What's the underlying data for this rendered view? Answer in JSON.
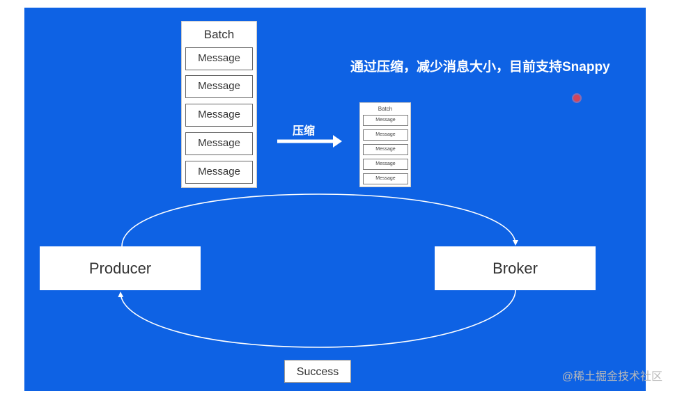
{
  "diagram": {
    "batch_large": {
      "title": "Batch",
      "messages": [
        "Message",
        "Message",
        "Message",
        "Message",
        "Message"
      ]
    },
    "compress_label": "压缩",
    "batch_small": {
      "title": "Batch",
      "messages": [
        "Message",
        "Message",
        "Message",
        "Message",
        "Message"
      ]
    },
    "headline": "通过压缩，减少消息大小，目前支持Snappy",
    "producer_label": "Producer",
    "broker_label": "Broker",
    "success_label": "Success"
  },
  "watermark": "@稀土掘金技术社区",
  "colors": {
    "slide_background": "#0e62e4",
    "box_fill": "#ffffff",
    "arrow": "#ffffff",
    "pointer_dot": "#d2455a"
  }
}
